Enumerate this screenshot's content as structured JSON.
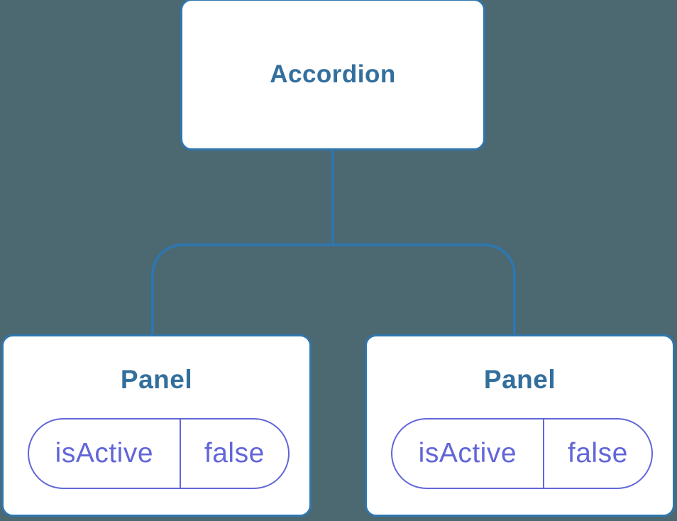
{
  "diagram": {
    "type": "component-tree",
    "root": {
      "label": "Accordion"
    },
    "panels": [
      {
        "label": "Panel",
        "state_key": "isActive",
        "state_value": "false"
      },
      {
        "label": "Panel",
        "state_key": "isActive",
        "state_value": "false"
      }
    ],
    "colors": {
      "background": "#4C6871",
      "node_fill": "#FFFFFF",
      "node_border": "#2F76AE",
      "node_label_text": "#336F9D",
      "state_pill": "#6166D8"
    }
  }
}
